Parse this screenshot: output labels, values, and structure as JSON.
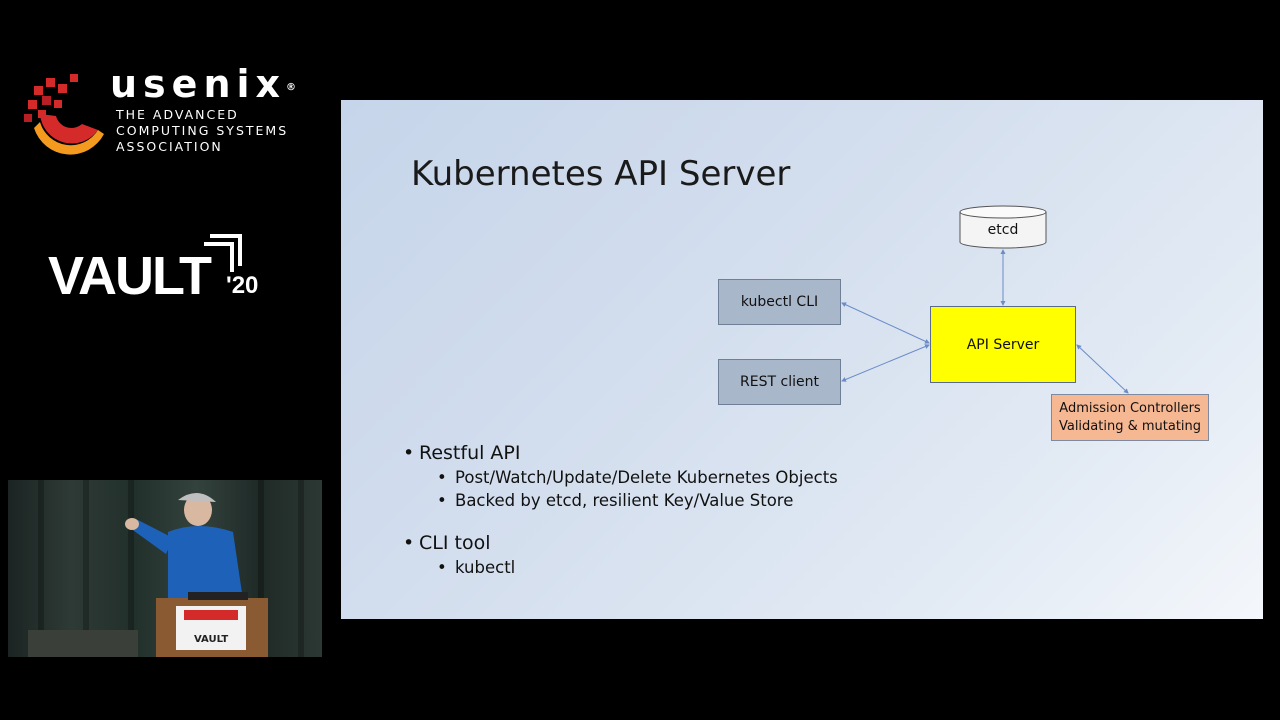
{
  "branding": {
    "usenix_word": "usenix",
    "usenix_mark": "®",
    "tagline": [
      "THE ADVANCED",
      "COMPUTING SYSTEMS",
      "ASSOCIATION"
    ],
    "vault_word": "VAULT",
    "vault_year": "'20",
    "colors": {
      "logo_red": "#d42a2a",
      "logo_orange": "#f39a1f"
    }
  },
  "slide": {
    "title": "Kubernetes API Server",
    "bullets": [
      {
        "label": "Restful API",
        "sub": [
          "Post/Watch/Update/Delete Kubernetes Objects",
          "Backed by etcd, resilient Key/Value Store"
        ]
      },
      {
        "label": "CLI tool",
        "sub": [
          "kubectl"
        ]
      }
    ],
    "diagram": {
      "etcd": "etcd",
      "kubectl_cli": "kubectl CLI",
      "rest_client": "REST client",
      "api_server": "API Server",
      "admission": [
        "Admission Controllers",
        "Validating & mutating"
      ],
      "colors": {
        "api_server": "#ffff00",
        "clients": "#a9b7ca",
        "admission": "#f6b793",
        "arrows": "#6b8cc7"
      }
    }
  }
}
